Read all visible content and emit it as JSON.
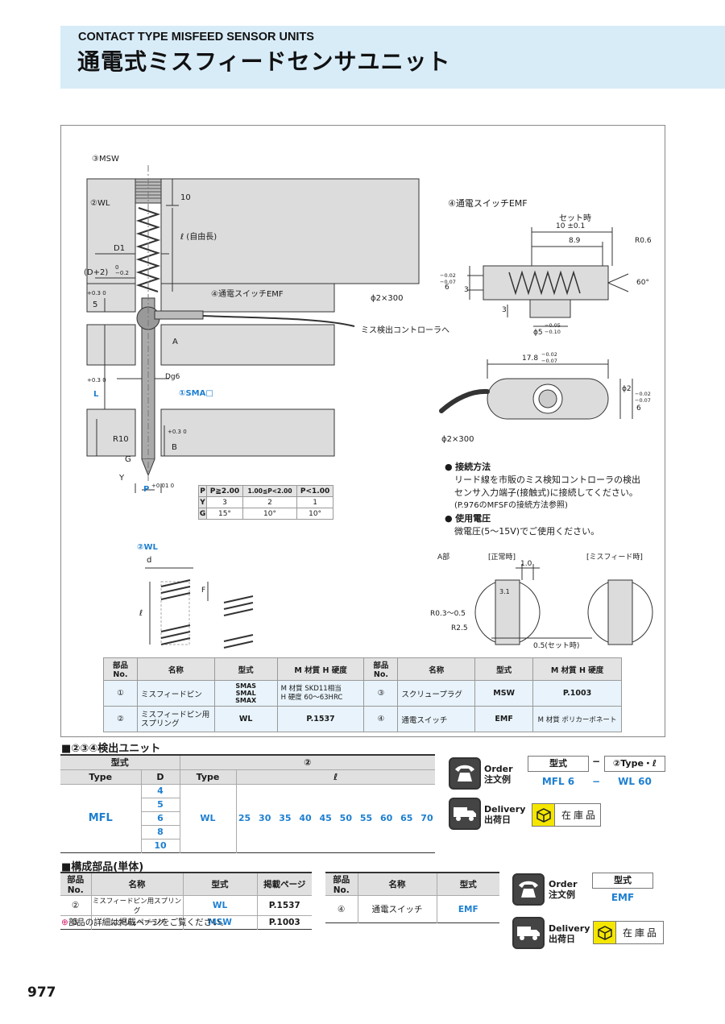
{
  "header": {
    "title_en": "CONTACT TYPE MISFEED SENSOR UNITS",
    "title_jp": "通電式ミスフィードセンサユニット"
  },
  "drawing": {
    "labels": {
      "msw": "③MSW",
      "wl": "②WL",
      "d1": "D1",
      "d_plus2": "(D+2)",
      "d_plus2_tol": "0\n−0.2",
      "ten": "10",
      "free_len": "ℓ (自由長)",
      "emf_callout": "④通電スイッチEMF",
      "five": "5",
      "five_tol": "+0.3 0",
      "a": "A",
      "dg6": "Dg6",
      "l": "L",
      "l_tol": "+0.3 0",
      "sma": "①SMA□",
      "r10": "R10",
      "b": "B",
      "b_tol": "+0.3 0",
      "g": "G",
      "y": "Y",
      "p": "P",
      "p_tol": "+0.01 0",
      "phi2x300_top": "ϕ2×300",
      "to_controller": "ミス検出コントローラへ"
    },
    "emf": {
      "title": "④通電スイッチEMF",
      "set_time": "セット時",
      "dim_10": "10 ±0.1",
      "dim_89": "8.9",
      "r06": "R0.6",
      "deg60": "60°",
      "dim_6": "6",
      "dim_6_tol": "−0.02 −0.07",
      "dim_3a": "3",
      "dim_3b": "3",
      "dim_phi5": "ϕ5",
      "dim_phi5_tol": "−0.05 −0.10",
      "dim_178": "17.8",
      "dim_178_tol": "−0.02 −0.07",
      "phi2": "ϕ2",
      "dim_6b": "6",
      "dim_6b_tol": "−0.02 −0.07",
      "phi2x300": "ϕ2×300"
    },
    "notes": {
      "conn_title": "接続方法",
      "conn_text1": "リード線を市販のミス検知コントローラの検出",
      "conn_text2": "センサ入力端子(接触式)に接続してください。",
      "conn_text3": "(P.976のMFSFの接続方法参照)",
      "volt_title": "使用電圧",
      "volt_text": "微電圧(5〜15V)でご使用ください。"
    },
    "detail_a": {
      "title": "A部",
      "normal": "[正常時]",
      "misfeed": "[ミスフィード時]",
      "dim_10": "1.0",
      "dim_31": "3.1",
      "r03": "R0.3〜0.5",
      "r25": "R2.5",
      "set05": "0.5(セット時)"
    },
    "wl_detail": {
      "title": "②WL",
      "d": "d",
      "l": "ℓ",
      "f": "F"
    },
    "pyg_table": {
      "headers": [
        "P",
        "P≧2.00",
        "1.00≦P<2.00",
        "P<1.00"
      ],
      "rows": [
        [
          "Y",
          "3",
          "2",
          "1"
        ],
        [
          "G",
          "15°",
          "10°",
          "10°"
        ]
      ]
    }
  },
  "parts_table": {
    "headers": [
      "部品No.",
      "名称",
      "型式",
      "M 材質 H 硬度",
      "部品No.",
      "名称",
      "型式",
      "M 材質 H 硬度"
    ],
    "rows": [
      {
        "no1": "①",
        "name1": "ミスフィードピン",
        "type1a": "SMAS",
        "type1b": "SMAL",
        "type1c": "SMAX",
        "mat1a": "M 材質 SKD11相当",
        "mat1b": "H 硬度 60〜63HRC",
        "no2": "③",
        "name2": "スクリュープラグ",
        "type2": "MSW",
        "mat2": "P.1003"
      },
      {
        "no1": "②",
        "name1a": "ミスフィードピン用",
        "name1b": "スプリング",
        "type1": "WL",
        "mat1": "P.1537",
        "no2": "④",
        "name2": "通電スイッチ",
        "type2": "EMF",
        "mat2": "M 材質 ポリカーボネート"
      }
    ]
  },
  "selection": {
    "title": "■②③④検出ユニット",
    "h_model": "型式",
    "h_two": "②",
    "h_type": "Type",
    "h_d": "D",
    "h_type2": "Type",
    "h_l": "ℓ",
    "type_value": "MFL",
    "d_values": [
      "4",
      "5",
      "6",
      "8",
      "10"
    ],
    "type2_value": "WL",
    "l_values": [
      "25",
      "30",
      "35",
      "40",
      "45",
      "50",
      "55",
      "60",
      "65",
      "70"
    ]
  },
  "order1": {
    "order_en": "Order",
    "order_jp": "注文例",
    "h_model": "型式",
    "dash": "−",
    "h_type": "②Type・ℓ",
    "v_model": "MFL 6",
    "v_dash": "−",
    "v_type": "WL 60",
    "delivery_en": "Delivery",
    "delivery_jp": "出荷日",
    "stock": "在庫品"
  },
  "components": {
    "title": "■構成部品(単体)",
    "left_headers": [
      "部品No.",
      "名称",
      "型式",
      "掲載ページ"
    ],
    "left_rows": [
      [
        "②",
        "ミスフィードピン用スプリング",
        "WL",
        "P.1537"
      ],
      [
        "③",
        "スクリュープラグ",
        "MSW",
        "P.1003"
      ]
    ],
    "right_headers": [
      "部品No.",
      "名称",
      "型式"
    ],
    "right_rows": [
      [
        "④",
        "通電スイッチ",
        "EMF"
      ]
    ],
    "note": "部品の詳細は掲載ページをご覧ください。"
  },
  "order2": {
    "order_en": "Order",
    "order_jp": "注文例",
    "h_model": "型式",
    "v_model": "EMF",
    "delivery_en": "Delivery",
    "delivery_jp": "出荷日",
    "stock": "在庫品"
  },
  "page_number": "977",
  "colors": {
    "accent": "#1e7fd0",
    "header_bg": "#d8ecf8",
    "table_row": "#e8f3fb"
  }
}
